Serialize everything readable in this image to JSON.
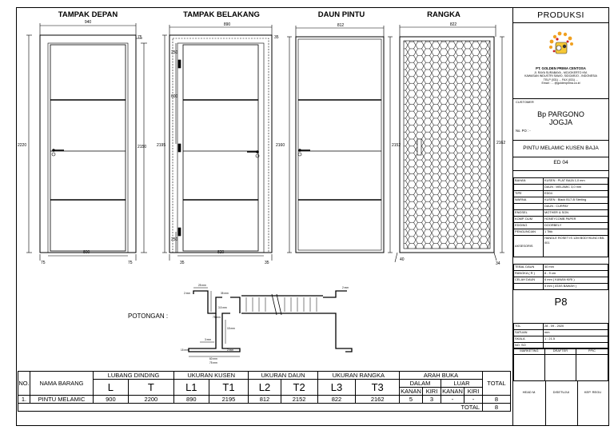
{
  "views": {
    "front": {
      "title": "TAMPAK DEPAN",
      "top_width": "940",
      "frame_face": "75",
      "height": "2220",
      "inner_height": "2150",
      "inner_width": "800",
      "left_face": "75",
      "right_face": "75"
    },
    "back": {
      "title": "TAMPAK BELAKANG",
      "top_width": "890",
      "frame_face": "35",
      "height": "2195",
      "inner_width": "820",
      "left_face": "35",
      "right_face": "35",
      "dim_a": "250",
      "dim_b": "600",
      "dim_c": "250"
    },
    "leaf": {
      "title": "DAUN PINTU",
      "top_width": "812",
      "height": "2160",
      "side_height": "2152"
    },
    "frame": {
      "title": "RANGKA",
      "top_width": "822",
      "height": "2162",
      "dim_40": "40",
      "dim_34": "34"
    }
  },
  "section": {
    "label": "POTONGAN :",
    "dims": [
      "25 mm",
      "2 mm",
      "35 mm",
      "2 mm",
      "3.5 mm",
      "75 mm",
      "15 mm",
      "3 mm",
      "60 mm",
      "75 mm",
      "15 mm",
      "2 mm"
    ]
  },
  "panel": {
    "header": "PRODUKSI",
    "company": "PT. GOLDEN PRIMA CENTOSA",
    "company_lines": [
      "Jl. RAYA SURABAYA - MOJOKERTO KM.",
      "KAWASAN INDUSTRI SAWO, SIDOARJO - INDONESIA",
      "TELP (031) ... FAX (031) ...",
      "Email : ... @goldenprima.co.id"
    ],
    "customer_label": "CUSTOMER",
    "customer_name": "Bp PARGONO",
    "customer_city": "JOGJA",
    "po_label": "No. PO : -",
    "product_name": "PINTU MELAMIC KUSEN BAJA",
    "product_code": "ED 04",
    "specs": [
      {
        "k": "BAHAN",
        "v": "KUSEN : PLAT BAJA 1,0 mm"
      },
      {
        "k": "",
        "v": "DAUN : MELAMIC 3,0 mm"
      },
      {
        "k": "TIPE",
        "v": "ED04"
      },
      {
        "k": "WARNA",
        "v": "KUSEN : Black B17-B Sterling"
      },
      {
        "k": "",
        "v": "DAUN : CURPAY"
      },
      {
        "k": "ENGSEL",
        "v": "MOTHER & SON"
      },
      {
        "k": "KOMP. DUM",
        "v": "HONEYCOMB PAPER"
      },
      {
        "k": "EDGING",
        "v": "DOORBELY"
      },
      {
        "k": "PENGUNCIAN",
        "v": "1 Titik"
      }
    ],
    "accessory_label": "AKSESORIS",
    "accessory_value": "HANDLE ROSET IS 12M BODYKUNCI BB-001",
    "specs2": [
      {
        "k": "TEBAL DAUN",
        "v": "40 mm"
      },
      {
        "k": "RANGKA ( R )",
        "v": "8 - 9 cm"
      },
      {
        "k": "CELAH DAUN",
        "v": "6 mm ( KANAN KIRI )"
      },
      {
        "k": "",
        "v": "5 mm ( ATAS BAWAH )"
      }
    ],
    "page_code": "P8",
    "info": [
      {
        "k": "TGL",
        "v": "28 - 09 - 2020"
      },
      {
        "k": "SATUAN",
        "v": "mm"
      },
      {
        "k": "SKALA",
        "v": "1 : 21.5"
      },
      {
        "k": "NO. SO",
        "v": ""
      }
    ],
    "roles": [
      "MARKETING",
      "DRAFTER",
      "PPIC"
    ],
    "sign": [
      "HEAD M.",
      "DISETUJUI",
      "KEP. REGU"
    ]
  },
  "table": {
    "headers": {
      "no": "NO.",
      "nama": "NAMA BARANG",
      "lubang": "LUBANG DINDING",
      "kusen": "UKURAN KUSEN",
      "daun": "UKURAN DAUN",
      "rangka": "UKURAN RANGKA",
      "arah": "ARAH BUKA",
      "total": "TOTAL",
      "dalam": "DALAM",
      "luar": "LUAR",
      "kanan": "KANAN",
      "kiri": "KIRI"
    },
    "sub": {
      "L": "L",
      "T": "T",
      "L1": "L1",
      "T1": "T1",
      "L2": "L2",
      "T2": "T2",
      "L3": "L3",
      "T3": "T3"
    },
    "row": {
      "no": "1.",
      "nama": "PINTU MELAMIC",
      "L": "900",
      "T": "2200",
      "L1": "890",
      "T1": "2195",
      "L2": "812",
      "T2": "2152",
      "L3": "822",
      "T3": "2162",
      "dkanan": "5",
      "dkiri": "3",
      "lkanan": "-",
      "lkiri": "-",
      "total": "8"
    },
    "total_label": "TOTAL",
    "total_value": "8"
  }
}
